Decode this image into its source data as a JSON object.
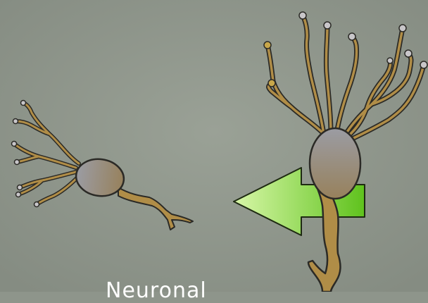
{
  "caption": "Neuronal",
  "colors": {
    "background": "#8e958b",
    "soma_top": "#9b9ca3",
    "soma_bottom": "#97815c",
    "process_fill": "#b08d47",
    "process_outline": "#2b2a26",
    "arrow_light": "#d8f7a8",
    "arrow_dark": "#5fc21d",
    "caption": "#ffffff"
  },
  "neurons": [
    {
      "name": "small-neuron",
      "direction": "left"
    },
    {
      "name": "large-neuron",
      "direction": "up"
    }
  ],
  "arrow": {
    "direction": "left"
  }
}
